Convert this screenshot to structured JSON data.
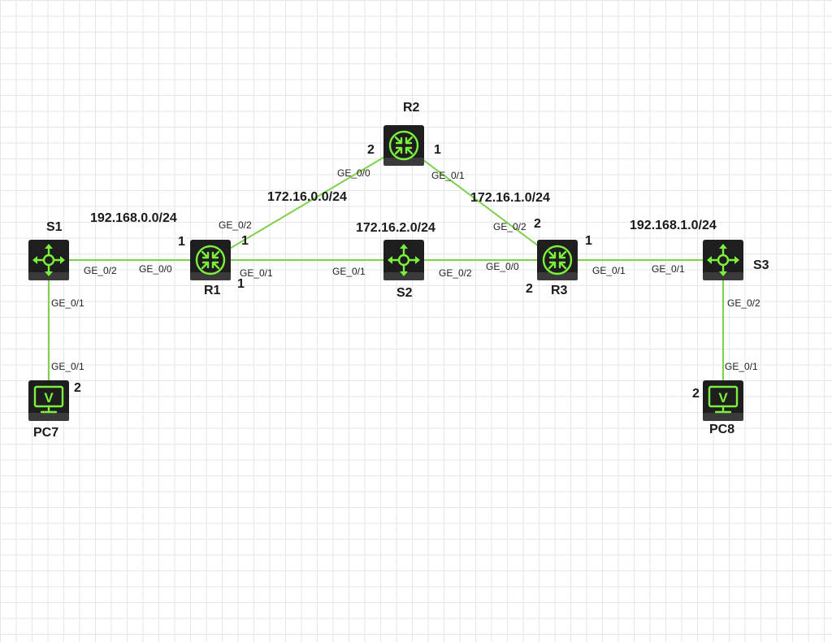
{
  "nodes": {
    "R1": {
      "label": "R1",
      "type": "router"
    },
    "R2": {
      "label": "R2",
      "type": "router"
    },
    "R3": {
      "label": "R3",
      "type": "router"
    },
    "S1": {
      "label": "S1",
      "type": "switch"
    },
    "S2": {
      "label": "S2",
      "type": "switch"
    },
    "S3": {
      "label": "S3",
      "type": "switch"
    },
    "PC7": {
      "label": "PC7",
      "type": "pc",
      "icon": "V"
    },
    "PC8": {
      "label": "PC8",
      "type": "pc",
      "icon": "V"
    }
  },
  "links": [
    {
      "id": "s1-r1",
      "from": "S1",
      "to": "R1",
      "from_port": "GE_0/2",
      "to_port": "GE_0/0"
    },
    {
      "id": "s1-pc7",
      "from": "S1",
      "to": "PC7",
      "from_port": "GE_0/1",
      "to_port": "GE_0/1"
    },
    {
      "id": "r1-r2",
      "from": "R1",
      "to": "R2",
      "from_port": "GE_0/2",
      "to_port": "GE_0/0"
    },
    {
      "id": "r1-s2",
      "from": "R1",
      "to": "S2",
      "from_port": "GE_0/1",
      "to_port": "GE_0/1"
    },
    {
      "id": "r2-r3",
      "from": "R2",
      "to": "R3",
      "from_port": "GE_0/1",
      "to_port": "GE_0/2"
    },
    {
      "id": "s2-r3",
      "from": "S2",
      "to": "R3",
      "from_port": "GE_0/2",
      "to_port": "GE_0/0"
    },
    {
      "id": "r3-s3",
      "from": "R3",
      "to": "S3",
      "from_port": "GE_0/1",
      "to_port": "GE_0/1"
    },
    {
      "id": "s3-pc8",
      "from": "S3",
      "to": "PC8",
      "from_port": "GE_0/2",
      "to_port": "GE_0/1"
    }
  ],
  "networks": [
    {
      "id": "net-192-168-0",
      "label": "192.168.0.0/24"
    },
    {
      "id": "net-172-16-0",
      "label": "172.16.0.0/24"
    },
    {
      "id": "net-172-16-2",
      "label": "172.16.2.0/24"
    },
    {
      "id": "net-172-16-1",
      "label": "172.16.1.0/24"
    },
    {
      "id": "net-192-168-1",
      "label": "192.168.1.0/24"
    }
  ],
  "interface_numbers": {
    "r1_s1_side": "1",
    "r1_r2_side": "1",
    "r1_s2_side": "1",
    "r2_left": "2",
    "r2_right": "1",
    "r3_top": "2",
    "r3_right": "1",
    "r3_bottom": "2",
    "pc7": "2",
    "pc8": "2"
  },
  "colors": {
    "link": "#7ed14a",
    "icon_accent": "#7cf03c",
    "node_body": "#1e1e1e",
    "grid": "#e6e6e6"
  }
}
